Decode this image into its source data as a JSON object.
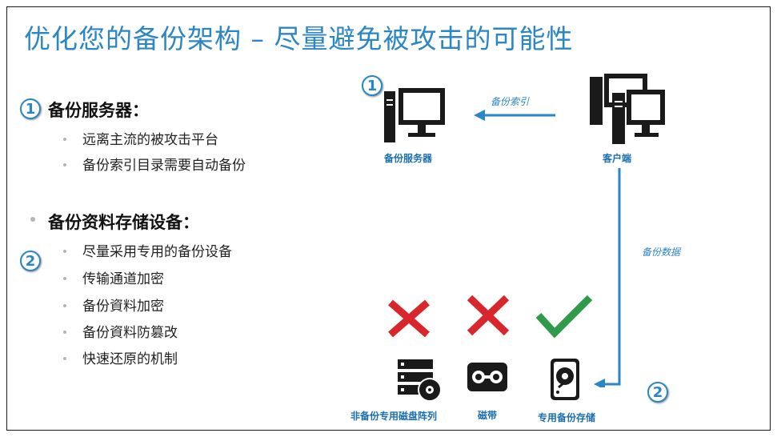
{
  "title": "优化您的备份架构 – 尽量避免被攻击的可能性",
  "section1": {
    "number": "1",
    "heading": "备份服务器：",
    "bullets": [
      "远离主流的被攻击平台",
      "备份索引目录需要自动备份"
    ]
  },
  "section2": {
    "number": "2",
    "heading": "备份资料存储设备：",
    "bullets": [
      "尽量采用专用的备份设备",
      "传输通道加密",
      "备份資料加密",
      "备份資料防篡改",
      "快速还原的机制"
    ]
  },
  "diagram": {
    "server_number": "1",
    "server_label": "备份服务器",
    "client_label": "客户端",
    "index_flow_label": "备份索引",
    "data_flow_label": "备份数据",
    "storage_number": "2",
    "devices": [
      {
        "label": "非备份专用磁盘阵列",
        "status": "rejected"
      },
      {
        "label": "磁带",
        "status": "rejected"
      },
      {
        "label": "专用备份存储",
        "status": "approved"
      }
    ]
  },
  "colors": {
    "accent": "#2b86c5",
    "label_blue": "#1a6fb0",
    "reject": "#d9262c",
    "approve": "#2e9a4a",
    "icon": "#1a1a1a"
  },
  "icons": {
    "server": "desktop-computer-icon",
    "client": "multi-computer-icon",
    "disk_array": "disk-array-gear-icon",
    "tape": "tape-cassette-icon",
    "storage": "hard-drive-icon",
    "reject": "red-x-icon",
    "approve": "green-check-icon"
  }
}
